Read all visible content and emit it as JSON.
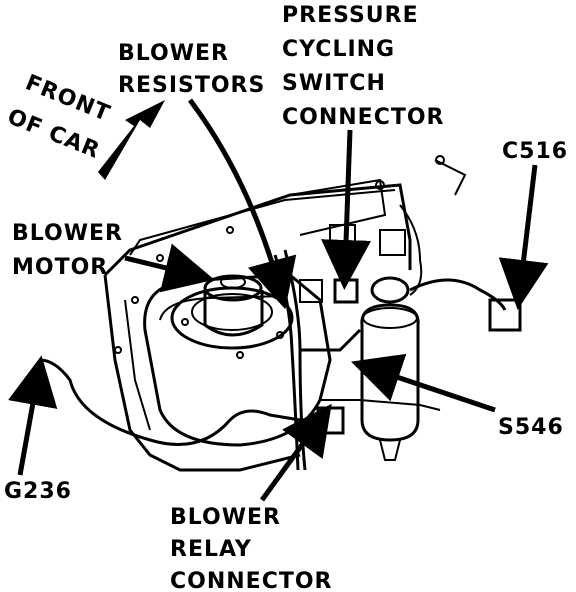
{
  "labels": {
    "front_of_car_1": "FRONT",
    "front_of_car_2": "OF CAR",
    "blower_resistors_1": "BLOWER",
    "blower_resistors_2": "RESISTORS",
    "pressure_1": "PRESSURE",
    "pressure_2": "CYCLING",
    "pressure_3": "SWITCH",
    "pressure_4": "CONNECTOR",
    "c516": "C516",
    "blower_motor_1": "BLOWER",
    "blower_motor_2": "MOTOR",
    "s546": "S546",
    "g236": "G236",
    "relay_1": "BLOWER",
    "relay_2": "RELAY",
    "relay_3": "CONNECTOR"
  }
}
